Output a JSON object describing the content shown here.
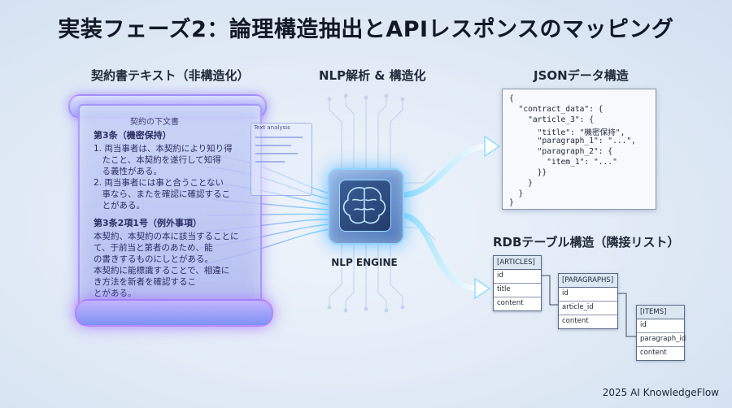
{
  "title": "実装フェーズ2：論理構造抽出とAPIレスポンスのマッピング",
  "labels": {
    "source": "契約書テキスト（非構造化）",
    "process": "NLP解析 & 構造化",
    "json": "JSONデータ構造",
    "rdb": "RDBテーブル構造（隣接リスト）"
  },
  "scroll": {
    "heading": "契約の下文書",
    "side_panel": "Text analysis",
    "lines": [
      "第3条（機密保持）",
      "1. 両当事者は、本契約により知り得",
      "　たこと、本契約を遂行して知得",
      "　る義性がある。",
      "2. 両当事者には事と合うことない",
      "　事なら、またを確認に確認するこ",
      "　とがある。",
      "第3条2項1号（例外事項）",
      "本契約、本契約の本に該当することに",
      "て、于前当と第者のあため、能",
      "の書きするものにしとがある。",
      "本契約に能標識することで、相違に",
      "き方法を新者を確認するこ",
      "とがある。"
    ]
  },
  "chip": {
    "label": "NLP ENGINE",
    "icon": "brain-icon"
  },
  "json_lines": [
    "{",
    "  \"contract_data\": {",
    "    \"article_3\": {",
    "      \"title\": \"機密保持\",",
    "      \"paragraph_1\": \"...\",",
    "      \"paragraph_2\": {",
    "        \"item_1\": \"...\"",
    "      }}",
    "    }",
    "  }",
    "}"
  ],
  "tables": [
    {
      "name": "[ARTICLES]",
      "columns": [
        "id",
        "title",
        "content"
      ]
    },
    {
      "name": "[PARAGRAPHS]",
      "columns": [
        "id",
        "article_id",
        "content"
      ]
    },
    {
      "name": "[ITEMS]",
      "columns": [
        "id",
        "paragraph_id",
        "content"
      ]
    }
  ],
  "footer": "2025 AI KnowledgeFlow",
  "colors": {
    "glow_purple": "#a97cff",
    "glow_cyan": "#6fd3ff",
    "chip_blue": "#4f79b9"
  }
}
